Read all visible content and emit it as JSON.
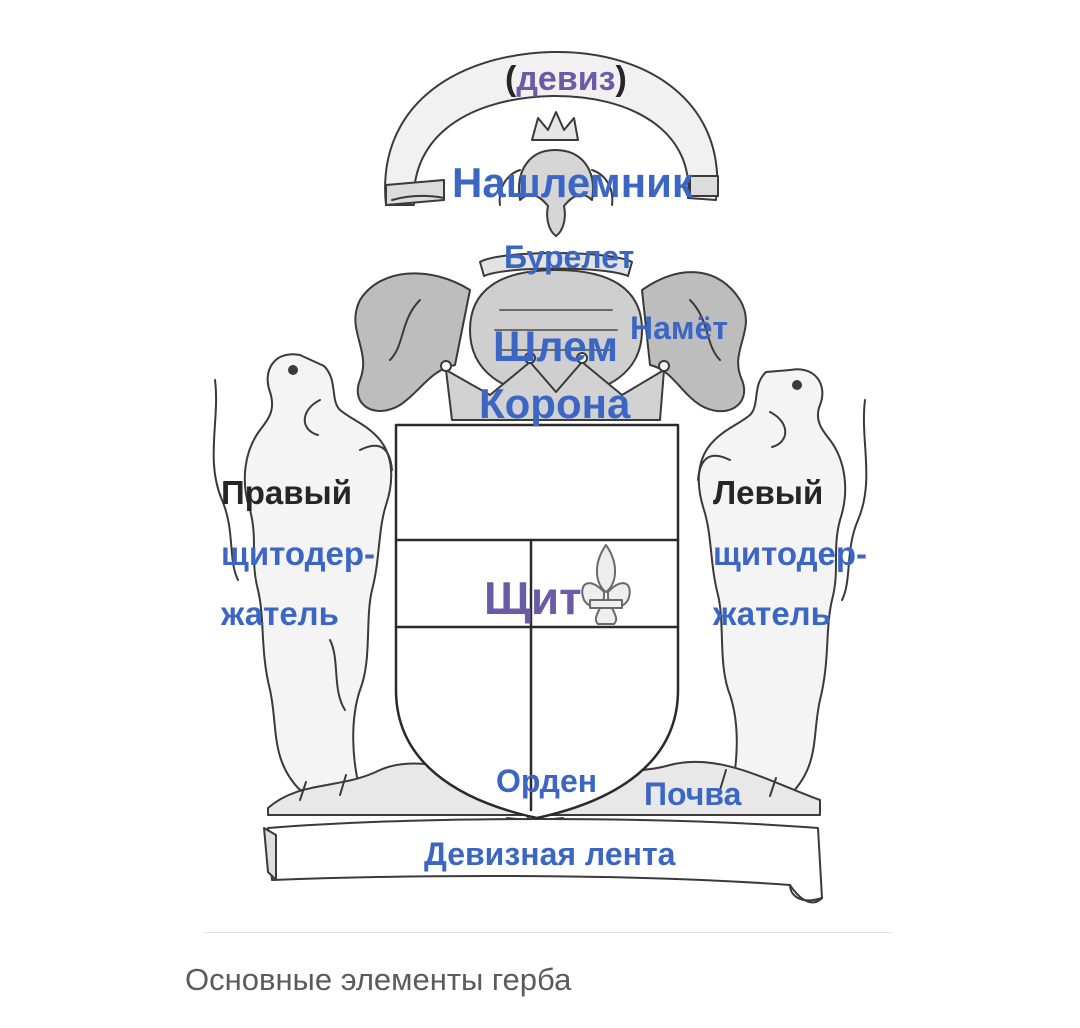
{
  "labels": {
    "motto_open": "(",
    "motto": "девиз",
    "motto_close": ")",
    "crest": "Нашлемник",
    "torse": "Бурелет",
    "mantling": "Намёт",
    "helmet": "Шлем",
    "crown": "Корона",
    "dexter_supporter_line1": "Правый",
    "dexter_supporter_line2": "щитодер-",
    "dexter_supporter_line3": "жатель",
    "sinister_supporter_line1": "Левый",
    "sinister_supporter_line2": "щитодер-",
    "sinister_supporter_line3": "жатель",
    "shield": "Щит",
    "order": "Орден",
    "compartment": "Почва",
    "motto_ribbon": "Девизная лента"
  },
  "caption": "Основные элементы герба",
  "colors": {
    "label_blue": "#3c66c4",
    "label_purple": "#6b5aa6",
    "label_dark": "#262626",
    "caption_gray": "#5b5b5b",
    "line_art": "#3a3a3a"
  }
}
